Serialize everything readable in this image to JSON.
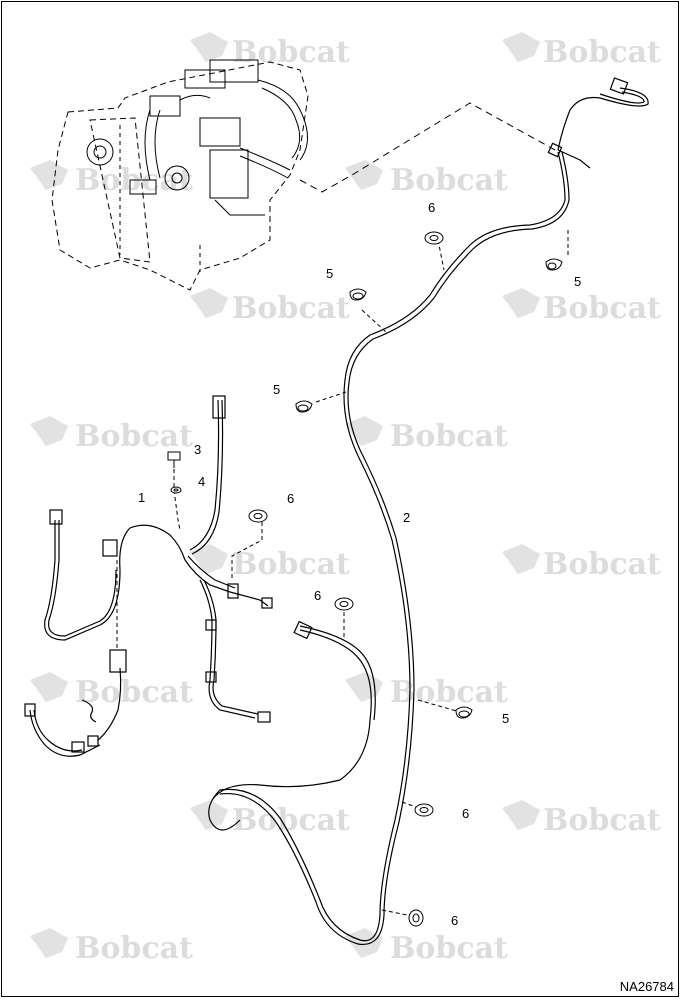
{
  "watermark": {
    "text": "Bobcat",
    "color": "#d9d9d9"
  },
  "figure_id": "NA26784",
  "callouts": {
    "c1": "1",
    "c2": "2",
    "c3": "3",
    "c4": "4",
    "c5a": "5",
    "c5b": "5",
    "c5c": "5",
    "c5d": "5",
    "c6a": "6",
    "c6b": "6",
    "c6c": "6",
    "c6d": "6",
    "c6e": "6"
  },
  "colors": {
    "line": "#000000",
    "paper": "#ffffff"
  }
}
